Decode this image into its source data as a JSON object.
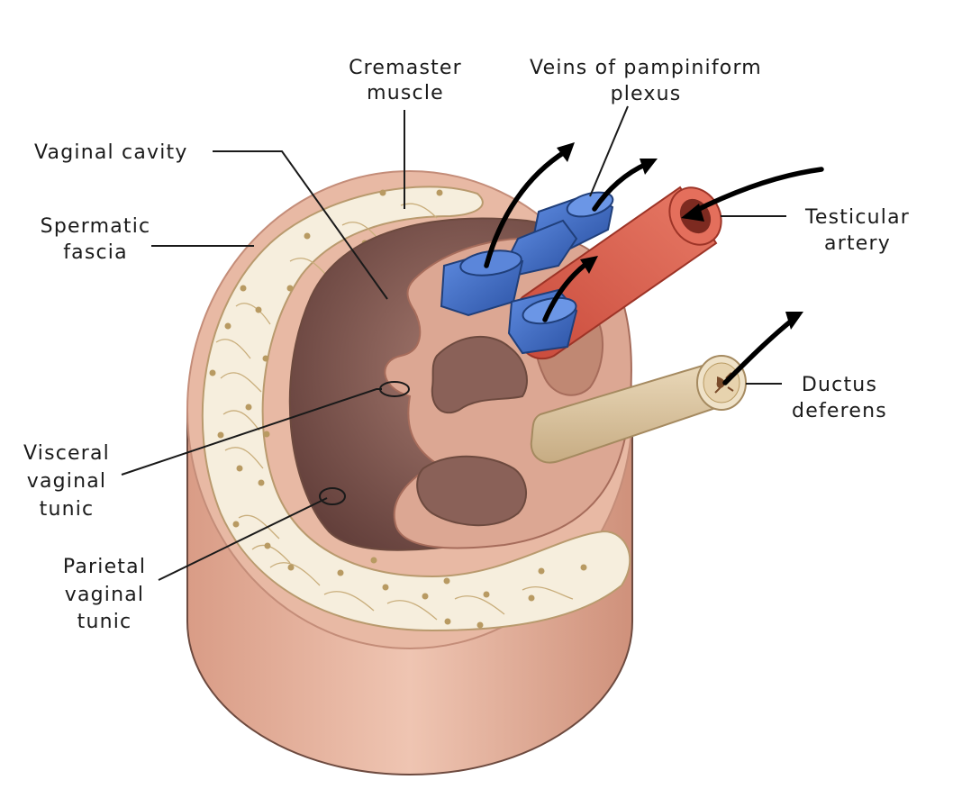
{
  "labels": {
    "cremaster_line1": "Cremaster",
    "cremaster_line2": "muscle",
    "veins_line1": "Veins of pampiniform",
    "veins_line2": "plexus",
    "vaginal_cavity": "Vaginal cavity",
    "spermatic_line1": "Spermatic",
    "spermatic_line2": "fascia",
    "testicular_line1": "Testicular",
    "testicular_line2": "artery",
    "ductus_line1": "Ductus",
    "ductus_line2": "deferens",
    "visceral_line1": "Visceral",
    "visceral_line2": "vaginal",
    "visceral_line3": "tunic",
    "parietal_line1": "Parietal",
    "parietal_line2": "vaginal",
    "parietal_line3": "tunic"
  },
  "colors": {
    "skin": "#e8b9a4",
    "cavity": "#7e5750",
    "fat": "#f6eedd",
    "vein": "#3f6ec9",
    "artery": "#d95b4a",
    "ductus": "#dcc7a4"
  }
}
